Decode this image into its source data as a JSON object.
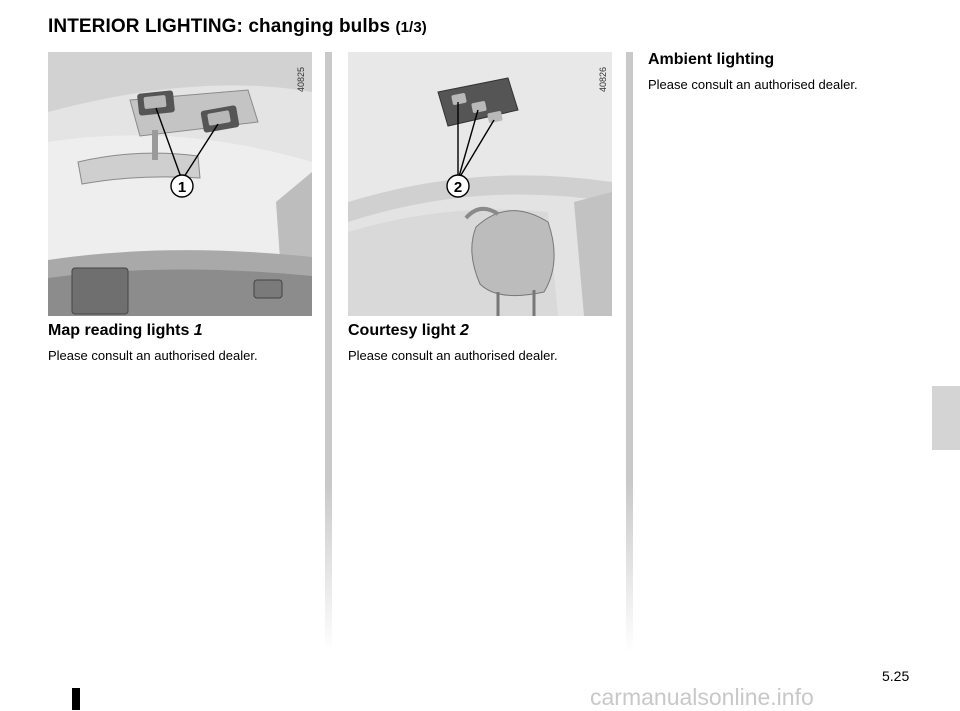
{
  "header": {
    "title": "INTERIOR LIGHTING: changing bulbs",
    "page_part": "(1/3)"
  },
  "figures": [
    {
      "ref_number": "40825",
      "callout": "1"
    },
    {
      "ref_number": "40826",
      "callout": "2"
    }
  ],
  "sections": {
    "map_reading": {
      "title": "Map reading lights",
      "title_ref": "1",
      "text": "Please consult an authorised dealer."
    },
    "courtesy": {
      "title": "Courtesy light",
      "title_ref": "2",
      "text": "Please consult an authorised dealer."
    },
    "ambient": {
      "title": "Ambient lighting",
      "text": "Please consult an authorised dealer."
    }
  },
  "footer": {
    "page_number": "5.25",
    "watermark": "carmanualsonline.info"
  },
  "colors": {
    "rule_grey": "#c9c9c9",
    "tab_grey": "#d4d4d4",
    "illustration_bg": "#e3e3e3"
  }
}
